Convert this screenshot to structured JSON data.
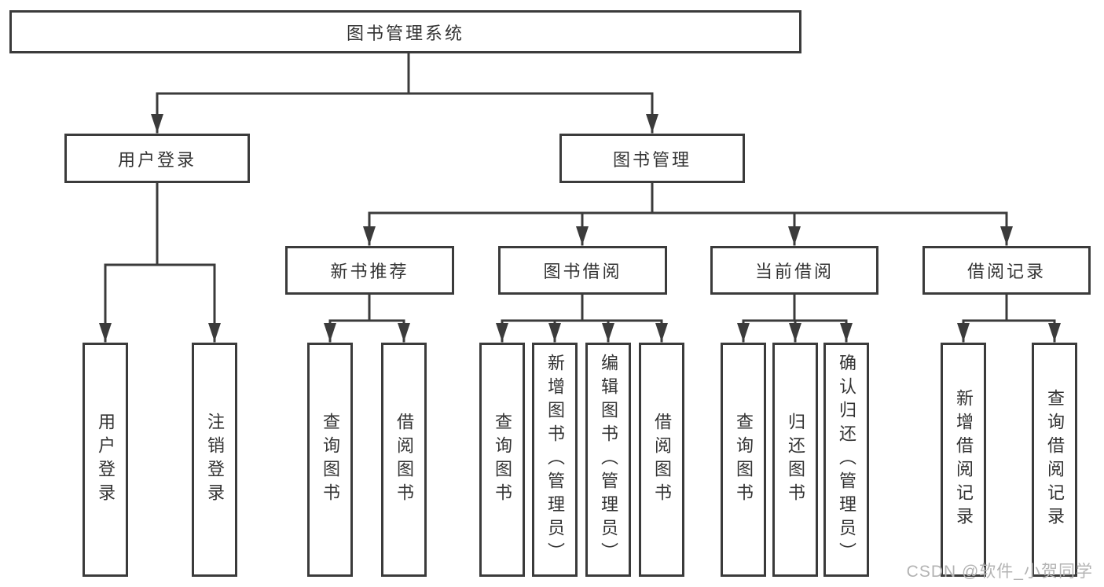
{
  "tree": {
    "root": {
      "label": "图书管理系统"
    },
    "children": [
      {
        "label": "用户登录",
        "children": [
          {
            "label": "用户登录"
          },
          {
            "label": "注销登录"
          }
        ]
      },
      {
        "label": "图书管理",
        "children": [
          {
            "label": "新书推荐",
            "children": [
              {
                "label": "查询图书"
              },
              {
                "label": "借阅图书"
              }
            ]
          },
          {
            "label": "图书借阅",
            "children": [
              {
                "label": "查询图书"
              },
              {
                "label": "新增图书（管理员）"
              },
              {
                "label": "编辑图书（管理员）"
              },
              {
                "label": "借阅图书"
              }
            ]
          },
          {
            "label": "当前借阅",
            "children": [
              {
                "label": "查询图书"
              },
              {
                "label": "归还图书"
              },
              {
                "label": "确认归还（管理员）"
              }
            ]
          },
          {
            "label": "借阅记录",
            "children": [
              {
                "label": "新增借阅记录"
              },
              {
                "label": "查询借阅记录"
              }
            ]
          }
        ]
      }
    ]
  },
  "watermark": {
    "text": "CSDN @软件_小贺同学"
  },
  "colors": {
    "background": "#ffffff",
    "line": "#3b3b3b",
    "box_border": "#3b3b3b",
    "text": "#333333",
    "watermark": "#b3b3b3"
  }
}
